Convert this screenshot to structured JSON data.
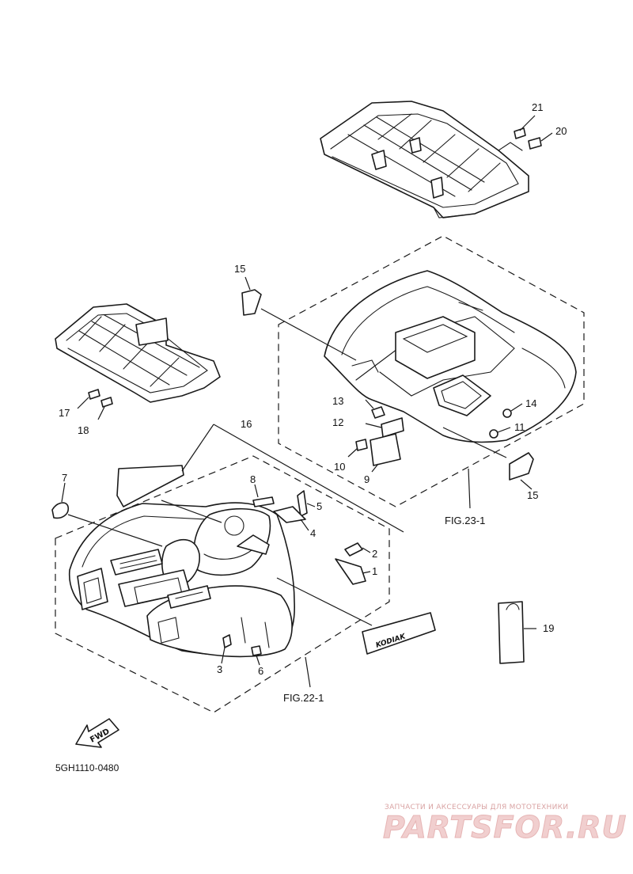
{
  "diagram": {
    "drawing_code": "5GH1110-0480",
    "figure_refs": [
      "FIG.23-1",
      "FIG.22-1"
    ],
    "fwd_arrow_label": "FWD",
    "decal_text": "KODIAK",
    "callouts": [
      "1",
      "2",
      "3",
      "4",
      "5",
      "6",
      "7",
      "8",
      "9",
      "10",
      "11",
      "12",
      "13",
      "14",
      "15",
      "15",
      "16",
      "17",
      "18",
      "19",
      "20",
      "21"
    ]
  },
  "watermark": {
    "tagline": "ЗАПЧАСТИ И АКСЕССУАРЫ ДЛЯ МОТОТЕХНИКИ",
    "logo": "PARTSFOR.RU"
  }
}
